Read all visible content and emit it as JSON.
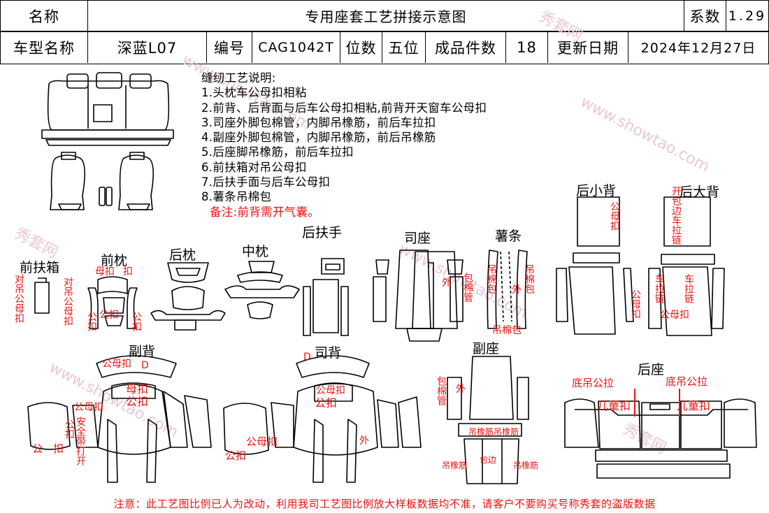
{
  "header": {
    "name_label": "名称",
    "title": "专用座套工艺拼接示意图",
    "coef_label": "系数",
    "coef_value": "1.29",
    "model_label": "车型名称",
    "model_value": "深蓝L07",
    "code_label": "编号",
    "code_value": "CAG1042T",
    "seats_label": "位数",
    "seats_value": "五位",
    "pieces_label": "成品件数",
    "pieces_value": "18",
    "date_label": "更新日期",
    "date_value": "2024年12月27日"
  },
  "instructions": {
    "title": "缝纫工艺说明:",
    "items": [
      "1.头枕车公母扣相粘",
      "2.前背、后背面与后车公母扣相粘,前背开天窗车公母扣",
      "3.司座外脚包棉管，内脚吊橡筋，前后车拉扣",
      "4.副座外脚包棉管，内脚吊橡筋，前后吊橡筋",
      "5.后座脚吊橡筋，前后车拉扣",
      "6.前扶箱对吊公母扣",
      "7.后扶手面与后车公母扣",
      "8.薯条吊棉包"
    ],
    "note": "备注:前背需开气囊。"
  },
  "parts": {
    "front_armrest_box": "前扶箱",
    "front_headrest": "前枕",
    "rear_headrest": "后枕",
    "middle_headrest": "中枕",
    "rear_armrest": "后扶手",
    "driver_seat": "司座",
    "fries": "薯条",
    "rear_small_back": "后小背",
    "rear_big_back": "后大背",
    "passenger_back": "副背",
    "driver_back": "司背",
    "passenger_seat": "副座",
    "rear_seat": "后座"
  },
  "annotations": {
    "dui_diao_gong_mu_kou": "对吊公母扣",
    "mu_kou": "母扣",
    "gong_kou": "公扣",
    "kou": "扣",
    "wai": "外",
    "bao_mian_guan": "包棉管",
    "diao_mian_bao": "吊棉包",
    "gong_mu_kou": "公母扣",
    "kai_bao_bian_che_la_lian": "开包边车拉链",
    "che_la_lian": "车拉链",
    "che_la_lian_2": "车拉链",
    "gong_kou_2": "公扣",
    "gong_mu_kou_2": "公母扣",
    "bao_bian": "包边",
    "gong_kou_a": "公",
    "kou_a": "扣",
    "gong_an_quan_dai_kai": "安全带打开",
    "gong_mu_kou_zuo": "公母扣",
    "gong_kou_zuo": "公扣",
    "diao_xiang_jin": "吊橡筋",
    "di_diao_gong_la": "底吊公拉",
    "er_tong_kou": "儿童扣",
    "bian": "边",
    "d": "D"
  },
  "footer": "注意：此工艺图比例已人为改动，利用我司工艺图比例放大样板数据均不准，请客户不要购买号称秀套的盗版数据",
  "watermark": [
    "秀套网",
    "www.showtao.com"
  ]
}
